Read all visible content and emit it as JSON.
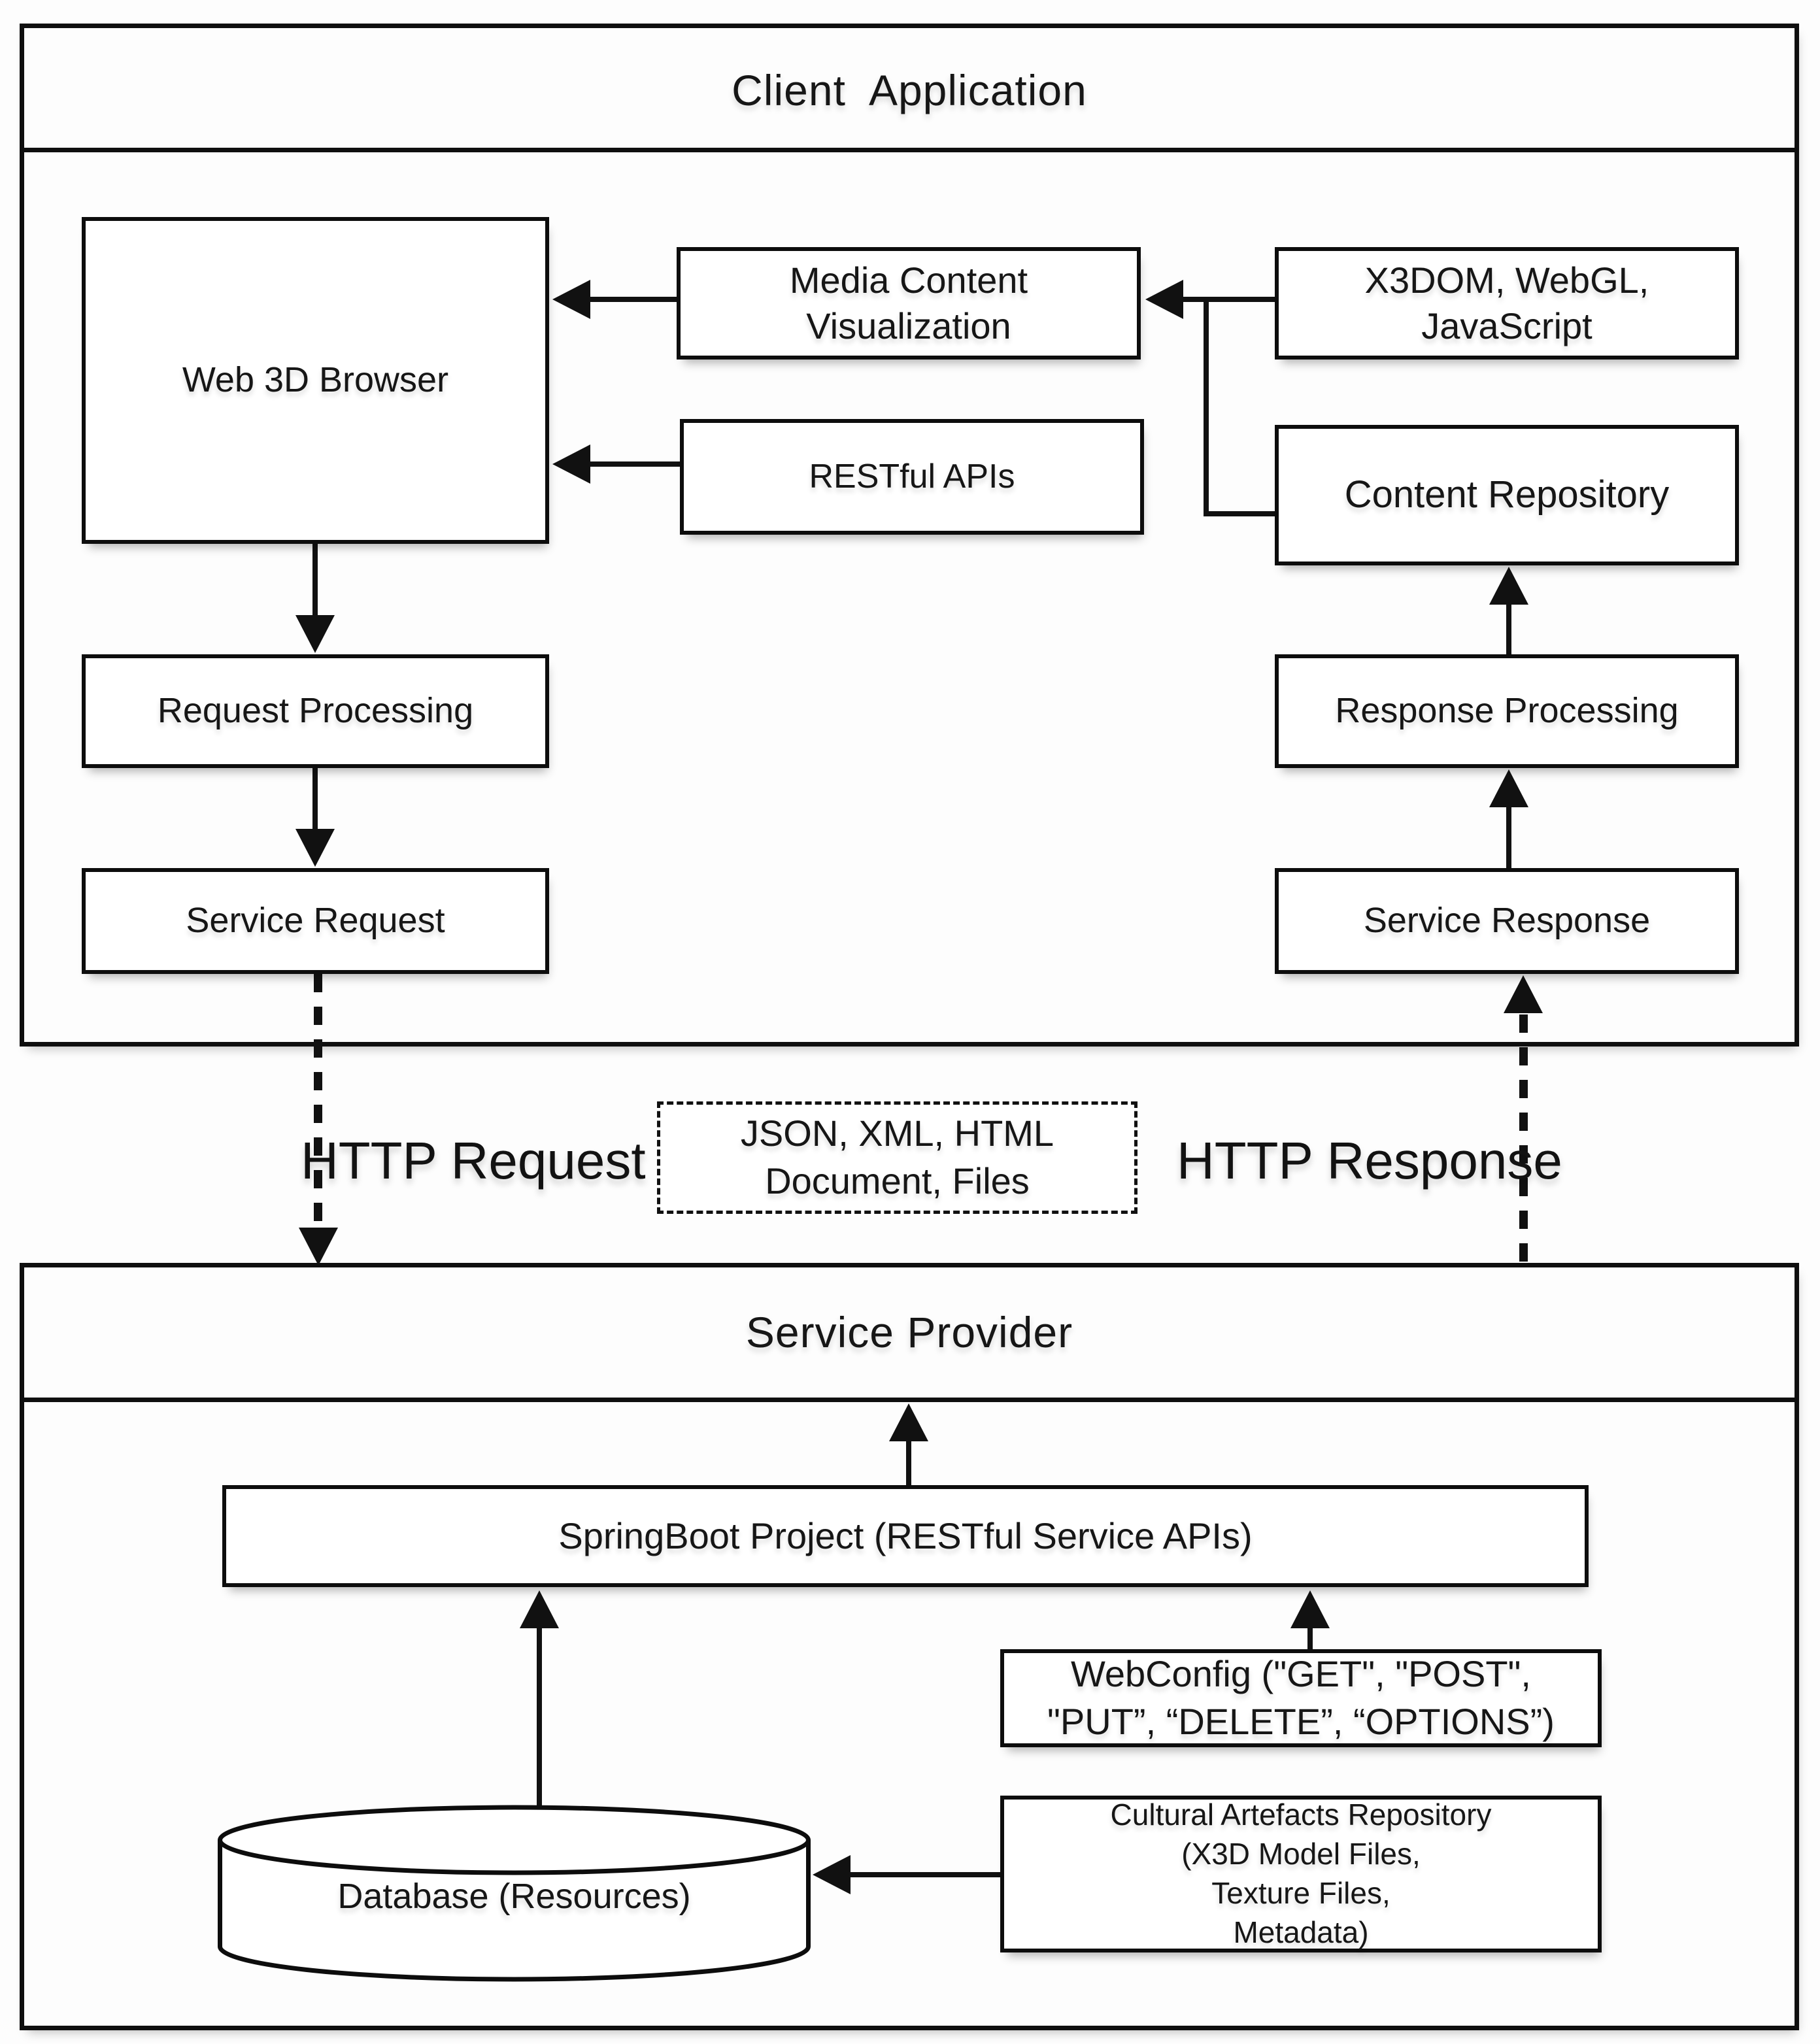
{
  "colors": {
    "ink": "#111111",
    "box_fill": "#ffffff",
    "page_bg": "#fdfdfd"
  },
  "client": {
    "title": "Client  Application",
    "web_3d_browser": "Web 3D Browser",
    "media_content_visualization": "Media Content\nVisualization",
    "x3dom_webgl_javascript": "X3DOM, WebGL,\nJavaScript",
    "restful_apis": "RESTful APIs",
    "content_repository": "Content Repository",
    "request_processing": "Request Processing",
    "service_request": "Service Request",
    "response_processing": "Response Processing",
    "service_response": "Service Response"
  },
  "transport": {
    "http_request": "HTTP Request",
    "http_response": "HTTP Response",
    "payload": "JSON, XML, HTML\nDocument, Files"
  },
  "provider": {
    "title": "Service Provider",
    "springboot_project": "SpringBoot Project (RESTful Service APIs)",
    "webconfig": "WebConfig (\"GET\", \"POST\",\n\"PUT”, “DELETE”, “OPTIONS”)",
    "database": "Database (Resources)",
    "cultural_artefacts_repository": "Cultural Artefacts Repository\n(X3D Model Files,\nTexture Files,\nMetadata)"
  },
  "connections": [
    {
      "from": "Media Content Visualization",
      "to": "Web 3D Browser",
      "style": "solid-arrow"
    },
    {
      "from": "RESTful APIs",
      "to": "Web 3D Browser",
      "style": "solid-arrow"
    },
    {
      "from": "X3DOM, WebGL, JavaScript",
      "to": "Media Content Visualization",
      "style": "solid-arrow"
    },
    {
      "from": "Content Repository",
      "to": "Media Content Visualization",
      "style": "solid-line-junction"
    },
    {
      "from": "Web 3D Browser",
      "to": "Request Processing",
      "style": "solid-arrow"
    },
    {
      "from": "Request Processing",
      "to": "Service Request",
      "style": "solid-arrow"
    },
    {
      "from": "Service Request",
      "to": "Service Provider",
      "style": "dashed-arrow",
      "label": "HTTP Request"
    },
    {
      "from": "Response Processing",
      "to": "Content Repository",
      "style": "solid-arrow"
    },
    {
      "from": "Service Response",
      "to": "Response Processing",
      "style": "solid-arrow"
    },
    {
      "from": "Service Provider",
      "to": "Service Response",
      "style": "dashed-arrow",
      "label": "HTTP Response"
    },
    {
      "from": "SpringBoot Project (RESTful Service APIs)",
      "to": "Service Provider",
      "style": "solid-arrow"
    },
    {
      "from": "WebConfig",
      "to": "SpringBoot Project (RESTful Service APIs)",
      "style": "solid-arrow"
    },
    {
      "from": "Database (Resources)",
      "to": "SpringBoot Project (RESTful Service APIs)",
      "style": "solid-arrow"
    },
    {
      "from": "Cultural Artefacts Repository",
      "to": "Database (Resources)",
      "style": "solid-arrow"
    }
  ]
}
